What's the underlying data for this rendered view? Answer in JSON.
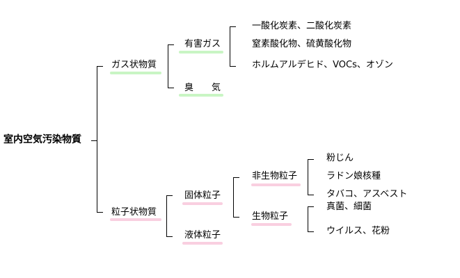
{
  "root": "室内空気汚染物質",
  "gas": {
    "label": "ガス状物質",
    "harmful": {
      "label": "有害ガス",
      "items": [
        "一酸化炭素、二酸化炭素",
        "窒素酸化物、硫黄酸化物",
        "ホルムアルデヒド、VOCs、オゾン"
      ]
    },
    "odor": {
      "label": "臭　　気"
    }
  },
  "particle": {
    "label": "粒子状物質",
    "solid": {
      "label": "固体粒子",
      "nonbio": {
        "label": "非生物粒子",
        "items": [
          "粉じん",
          "ラドン娘核種",
          "タバコ、アスベスト"
        ]
      },
      "bio": {
        "label": "生物粒子",
        "items": [
          "真菌、細菌",
          "ウイルス、花粉"
        ]
      }
    },
    "liquid": {
      "label": "液体粒子"
    }
  },
  "colors": {
    "gas_underline": "#c9f5c4",
    "particle_underline": "#f9cfe0"
  }
}
